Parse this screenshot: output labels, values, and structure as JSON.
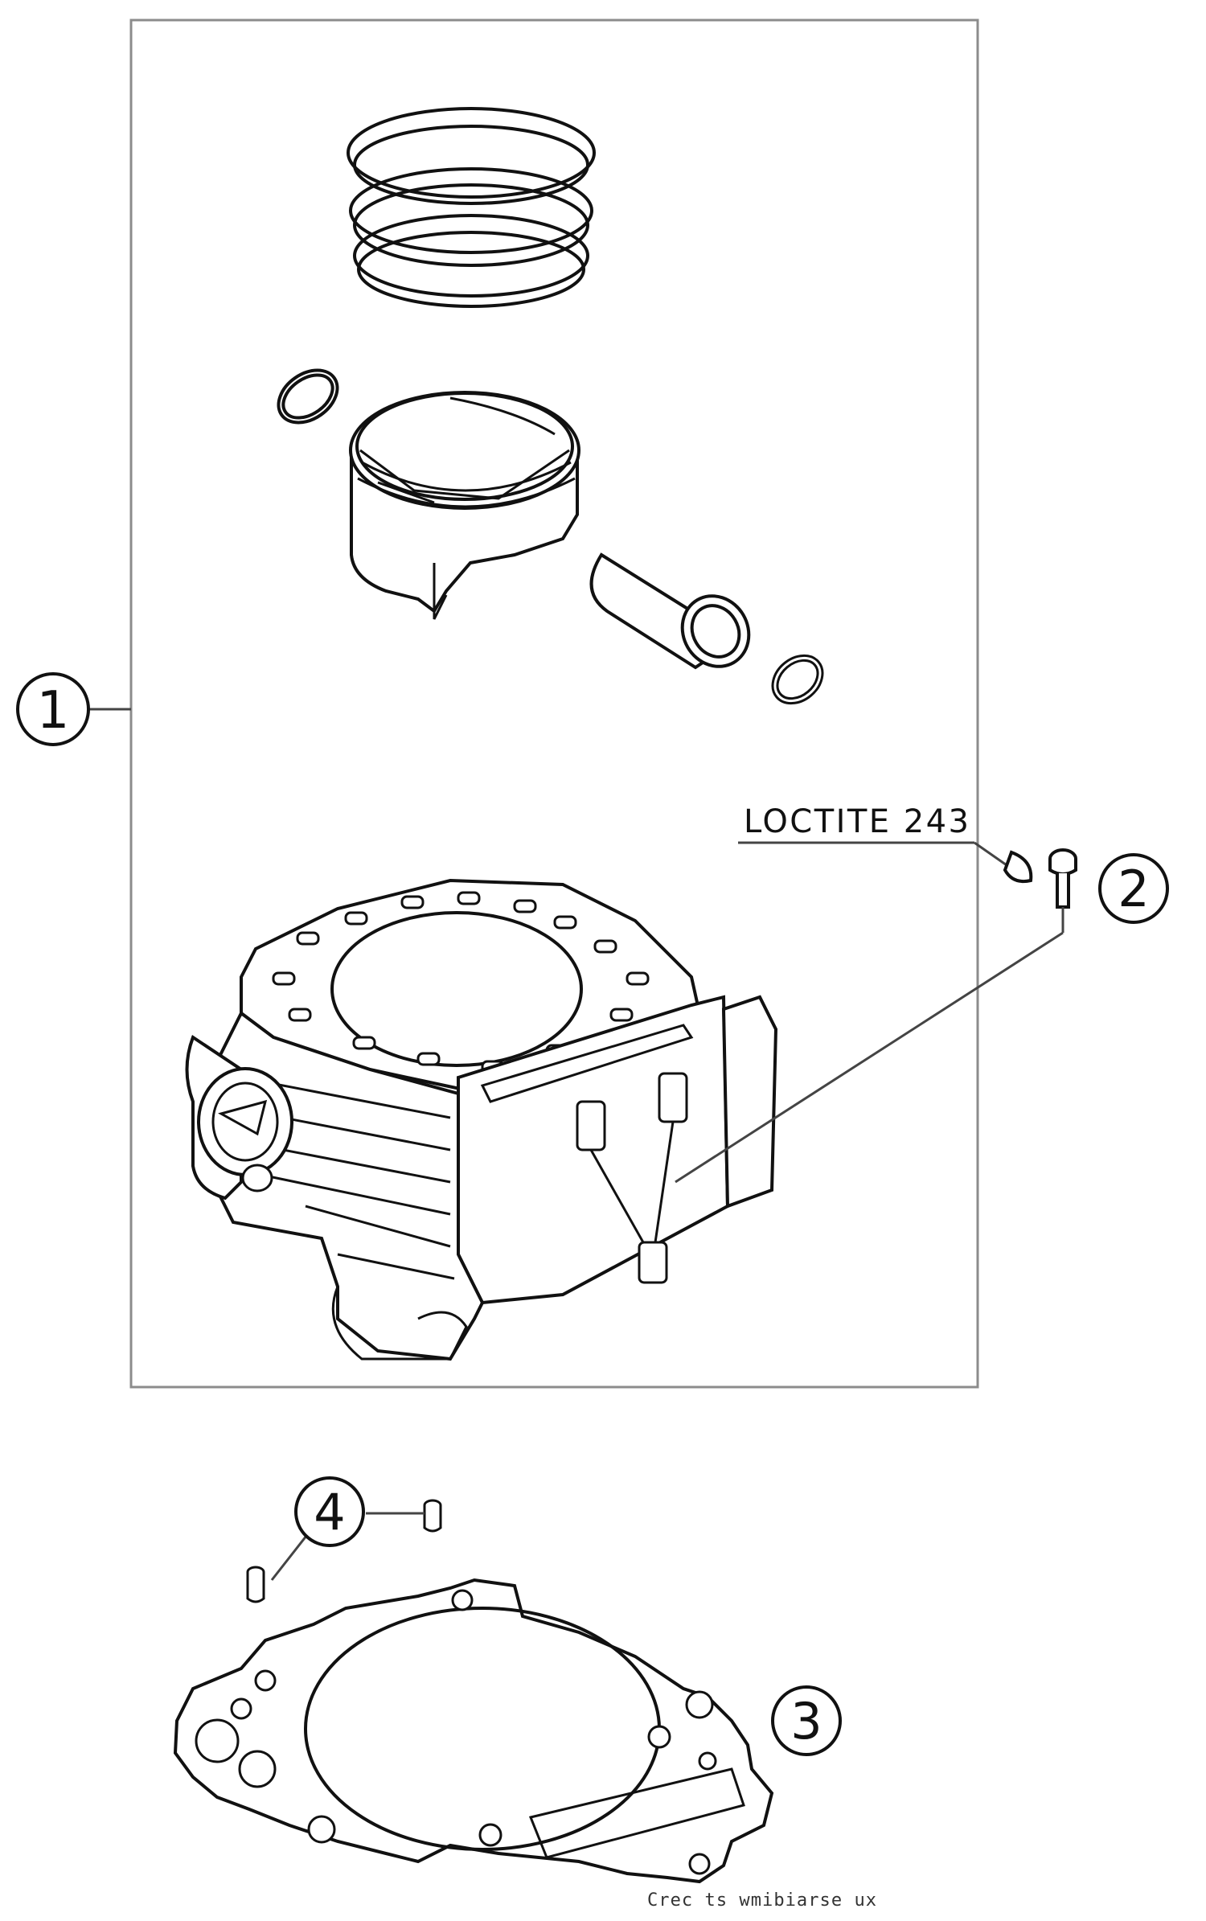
{
  "callouts": {
    "c1": "1",
    "c2": "2",
    "c3": "3",
    "c4": "4"
  },
  "note": "LOCTITE 243",
  "footer": "Crec ts wmibiarse ux",
  "colors": {
    "line": "#111111",
    "fill": "#ffffff",
    "frame": "#8c8c8c",
    "leader": "#444444"
  }
}
